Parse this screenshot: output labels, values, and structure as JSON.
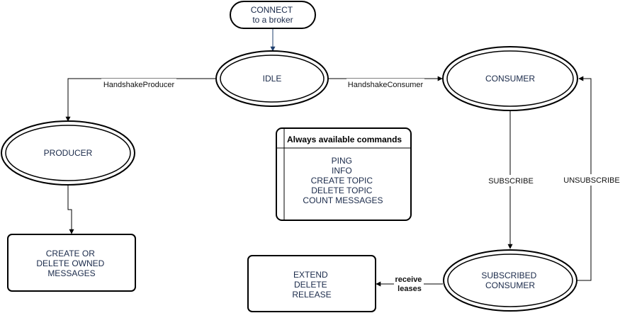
{
  "nodes": {
    "connect": [
      "CONNECT",
      "to a broker"
    ],
    "idle": [
      "IDLE"
    ],
    "consumer": [
      "CONSUMER"
    ],
    "producer": [
      "PRODUCER"
    ],
    "subscribed_consumer": [
      "SUBSCRIBED",
      "CONSUMER"
    ],
    "owned_messages": [
      "CREATE OR",
      "DELETE OWNED",
      "MESSAGES"
    ],
    "lease_actions": [
      "EXTEND",
      "DELETE",
      "RELEASE"
    ]
  },
  "edges": {
    "idle_to_producer": "HandshakeProducer",
    "idle_to_consumer": "HandshakeConsumer",
    "consumer_to_subscribed": "SUBSCRIBE",
    "subscribed_to_consumer": "UNSUBSCRIBE",
    "subscribed_to_leases": [
      "receive",
      "leases"
    ]
  },
  "always_available": {
    "title": "Always available commands",
    "commands": [
      "PING",
      "INFO",
      "CREATE TOPIC",
      "DELETE TOPIC",
      "COUNT MESSAGES"
    ]
  },
  "colors": {
    "text": "#1a2a4a",
    "stroke": "#000000",
    "connect_arrow": "#1f3f6e"
  }
}
